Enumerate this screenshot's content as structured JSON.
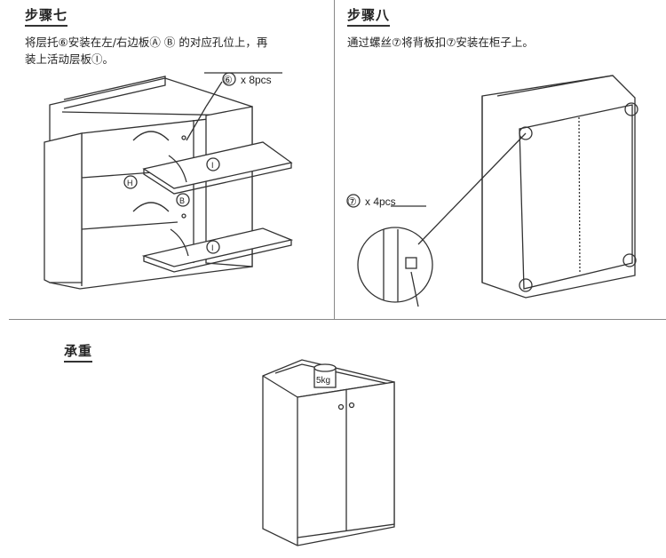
{
  "step7": {
    "title": "步骤七",
    "desc_line1": "将层托⑥安装在左/右边板Ⓐ Ⓑ 的对应孔位上，再",
    "desc_line2": "装上活动层板Ⓘ。",
    "callout_part": "⑥",
    "callout_qty": "x 8pcs",
    "label_h": "H",
    "label_b": "B",
    "label_i": "I"
  },
  "step8": {
    "title": "步骤八",
    "desc": "通过螺丝⑦将背板扣⑦安装在柜子上。",
    "callout_part": "⑦",
    "callout_qty": "x 4pcs"
  },
  "load": {
    "title": "承重",
    "weight": "5kg"
  }
}
